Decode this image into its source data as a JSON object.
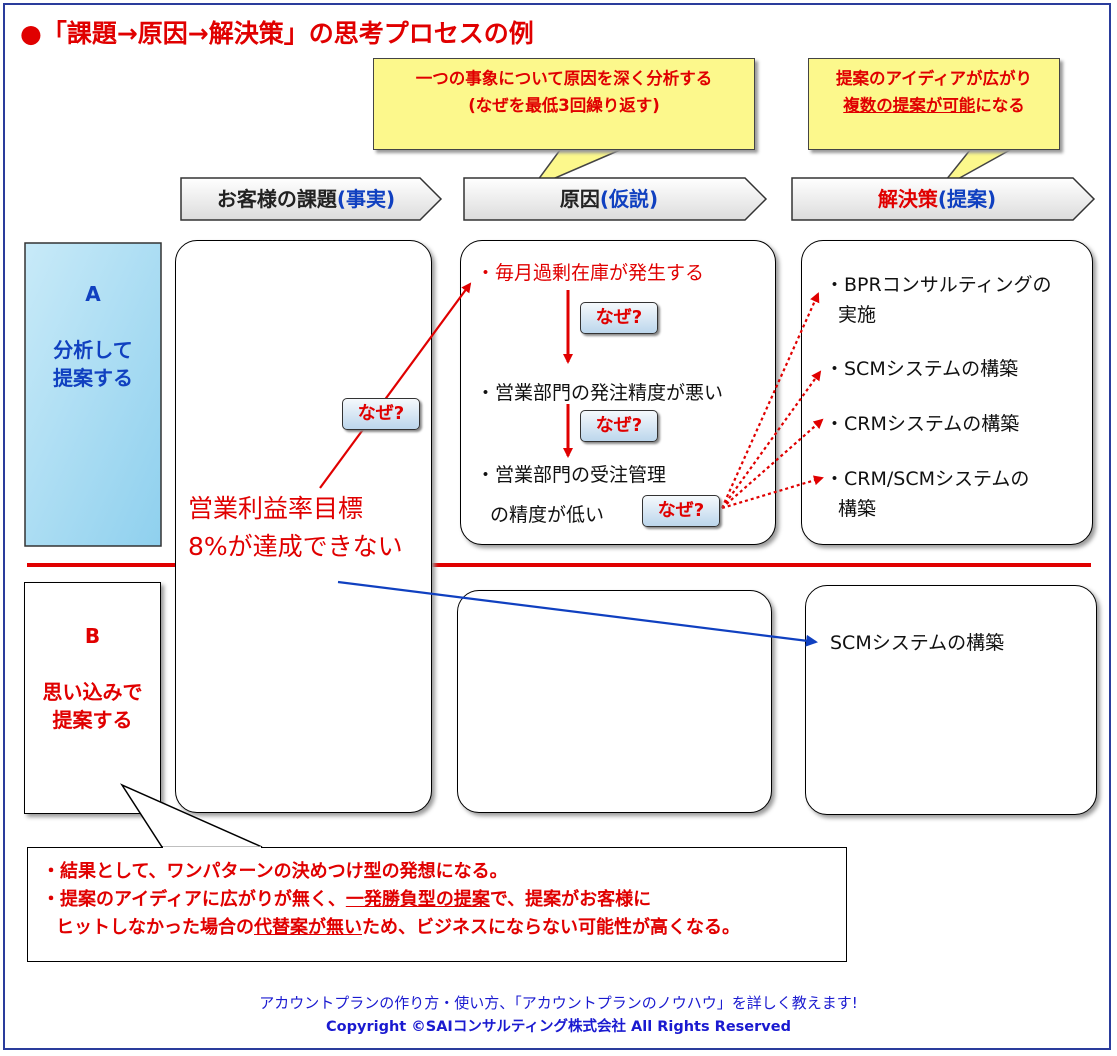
{
  "title": "●「課題→原因→解決策」の思考プロセスの例",
  "callouts": {
    "left": {
      "line1": "一つの事象について原因を深く分析する",
      "line2": "(なぜを最低3回繰り返す)"
    },
    "right": {
      "line1": "提案のアイディアが広がり",
      "line2_underlined": "複数の提案が可能",
      "line2_rest": "になる"
    }
  },
  "columns": {
    "issue": {
      "label": "お客様の課題",
      "tag": "(事実)"
    },
    "cause": {
      "label": "原因",
      "tag": "(仮説)"
    },
    "solution": {
      "label": "解決策",
      "tag": "(提案)"
    }
  },
  "rows": {
    "a": {
      "letter": "A",
      "line1": "分析して",
      "line2": "提案する"
    },
    "b": {
      "letter": "B",
      "line1": "思い込みで",
      "line2": "提案する"
    }
  },
  "issue_text": {
    "line1": "営業利益率目標",
    "line2": "8%が達成できない"
  },
  "why_label": "なぜ?",
  "causes": {
    "c1": "・毎月過剰在庫が発生する",
    "c2": "・営業部門の発注精度が悪い",
    "c3_line1": "・営業部門の受注管理",
    "c3_line2": "の精度が低い"
  },
  "solutions_a": {
    "s1_line1": "・BPRコンサルティングの",
    "s1_line2": "実施",
    "s2": "・SCMシステムの構築",
    "s3": "・CRMシステムの構築",
    "s4_line1": "・CRM/SCMシステムの",
    "s4_line2": "構築"
  },
  "solution_b": "SCMシステムの構築",
  "note": {
    "line1": "・結果として、ワンパターンの決めつけ型の発想になる。",
    "line2_pre": "・提案のアイディアに広がりが無く、",
    "line2_u": "一発勝負型の提案",
    "line2_post": "で、提案がお客様に",
    "line3_pre": "ヒットしなかった場合の",
    "line3_u": "代替案が無い",
    "line3_post": "ため、ビジネスにならない可能性が高くなる。"
  },
  "footer": {
    "line1": "アカウントプランの作り方・使い方、「アカウントプランのノウハウ」を詳しく教えます!",
    "line2": "Copyright ©SAIコンサルティング株式会社 All Rights Reserved"
  },
  "colors": {
    "red": "#e00000",
    "blue": "#1040c0",
    "callout": "#fcf88c",
    "frame": "#2a3c9c"
  }
}
